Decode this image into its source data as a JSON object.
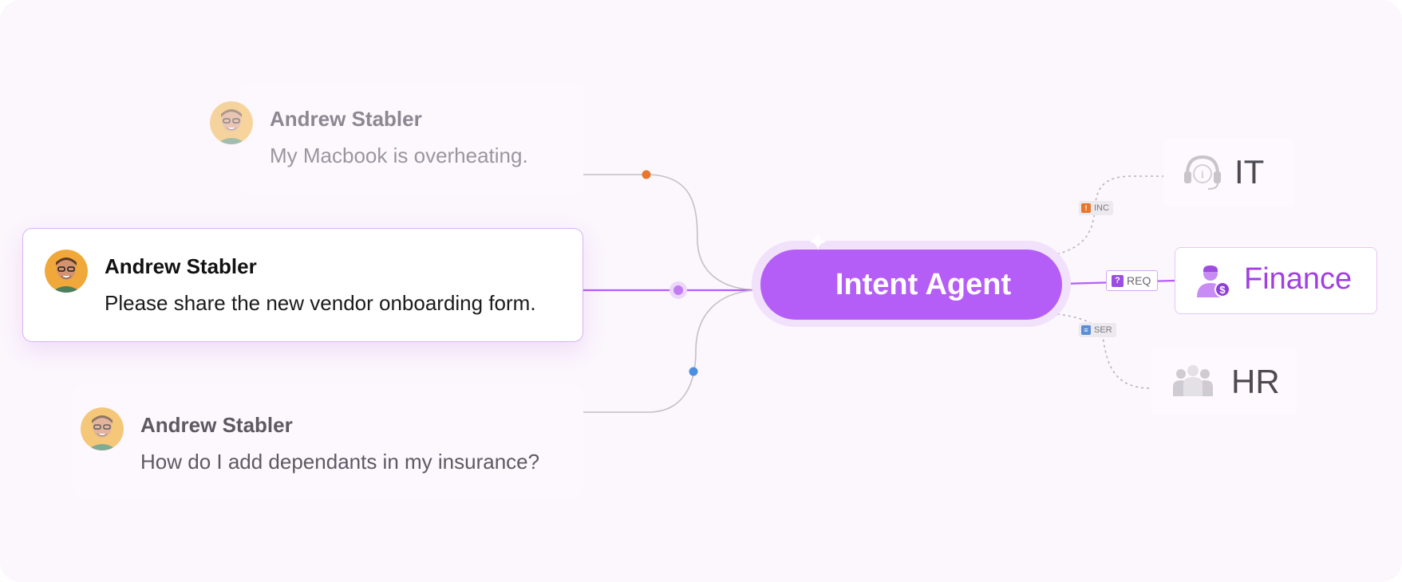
{
  "messages": [
    {
      "sender": "Andrew Stabler",
      "text": "My Macbook is overheating.",
      "dot_color": "#e8772e"
    },
    {
      "sender": "Andrew Stabler",
      "text": "Please share the new vendor onboarding form.",
      "dot_color": "#c27cf2"
    },
    {
      "sender": "Andrew Stabler",
      "text": "How do I add dependants in my insurance?",
      "dot_color": "#4b8fe0"
    }
  ],
  "agent": {
    "label": "Intent Agent",
    "color": "#b55ef7"
  },
  "tags": {
    "inc": {
      "label": "INC",
      "icon": "!",
      "color": "#e8772e"
    },
    "req": {
      "label": "REQ",
      "icon": "?",
      "color": "#9a4ee3"
    },
    "ser": {
      "label": "SER",
      "icon": "≡",
      "color": "#5a8ed6"
    }
  },
  "departments": {
    "it": {
      "label": "IT",
      "icon": "headset-icon"
    },
    "finance": {
      "label": "Finance",
      "icon": "finance-person-icon"
    },
    "hr": {
      "label": "HR",
      "icon": "people-group-icon"
    }
  }
}
